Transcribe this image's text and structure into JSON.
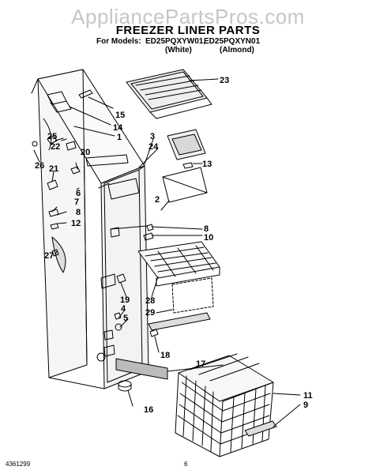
{
  "watermark": "AppliancePartsPros.com",
  "title": "FREEZER LINER PARTS",
  "models": {
    "prefix": "For Models:",
    "model_white": "ED25PQXYW01,",
    "model_almond": "ED25PQXYN01",
    "white_label": "(White)",
    "almond_label": "(Almond)"
  },
  "footer": {
    "doc_number": "4361299",
    "page_number": "6"
  },
  "callouts": [
    {
      "id": "c23",
      "label": "23"
    },
    {
      "id": "c15",
      "label": "15"
    },
    {
      "id": "c14",
      "label": "14"
    },
    {
      "id": "c1",
      "label": "1"
    },
    {
      "id": "c3",
      "label": "3"
    },
    {
      "id": "c24",
      "label": "24"
    },
    {
      "id": "c25",
      "label": "25"
    },
    {
      "id": "c22",
      "label": "22"
    },
    {
      "id": "c20",
      "label": "20"
    },
    {
      "id": "c26",
      "label": "26"
    },
    {
      "id": "c21",
      "label": "21"
    },
    {
      "id": "c13",
      "label": "13"
    },
    {
      "id": "c6",
      "label": "6"
    },
    {
      "id": "c2",
      "label": "2"
    },
    {
      "id": "c7",
      "label": "7"
    },
    {
      "id": "c8a",
      "label": "8"
    },
    {
      "id": "c12",
      "label": "12"
    },
    {
      "id": "c8b",
      "label": "8"
    },
    {
      "id": "c10",
      "label": "10"
    },
    {
      "id": "c27",
      "label": "27"
    },
    {
      "id": "c19",
      "label": "19"
    },
    {
      "id": "c28",
      "label": "28"
    },
    {
      "id": "c4",
      "label": "4"
    },
    {
      "id": "c5",
      "label": "5"
    },
    {
      "id": "c29",
      "label": "29"
    },
    {
      "id": "c18",
      "label": "18"
    },
    {
      "id": "c17",
      "label": "17"
    },
    {
      "id": "c16",
      "label": "16"
    },
    {
      "id": "c11",
      "label": "11"
    },
    {
      "id": "c9",
      "label": "9"
    }
  ]
}
